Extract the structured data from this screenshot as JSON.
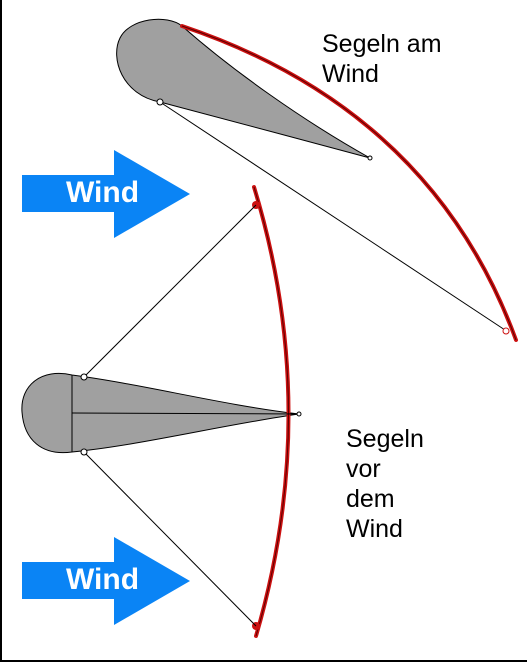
{
  "scenarios": {
    "close_hauled": {
      "line1": "Segeln am",
      "line2": "Wind"
    },
    "downwind": {
      "line1": "Segeln",
      "line2": "vor",
      "line3": "dem",
      "line4": "Wind"
    }
  },
  "wind_arrows": [
    {
      "label": "Wind"
    },
    {
      "label": "Wind"
    }
  ],
  "colors": {
    "wind_arrow": "#0a84f5",
    "sail": "#cc1111",
    "hull": "#a0a0a0",
    "lines": "#000000"
  }
}
